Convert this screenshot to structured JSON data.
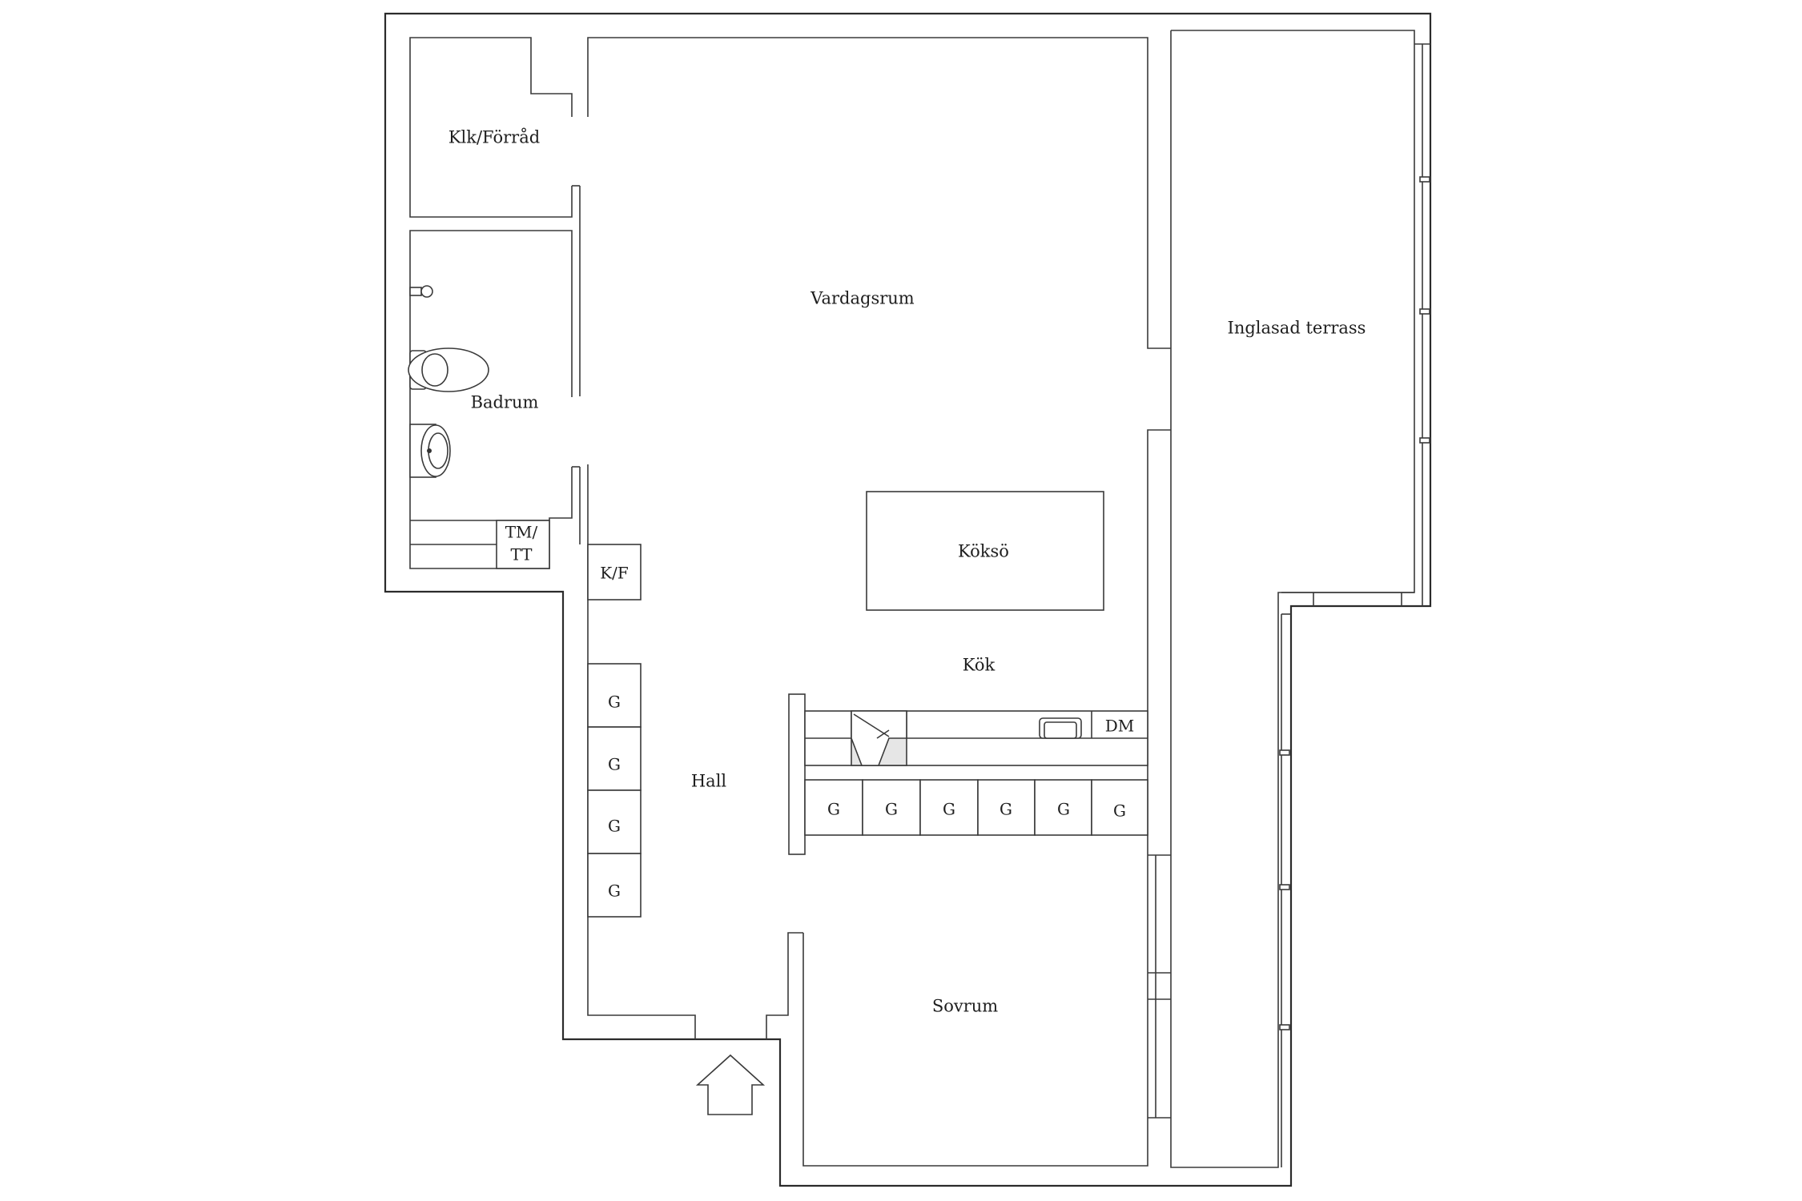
{
  "rooms": {
    "klk": "Klk/Förråd",
    "vardagsrum": "Vardagsrum",
    "terrass": "Inglasad terrass",
    "badrum": "Badrum",
    "koksoe": "Köksö",
    "kok": "Kök",
    "hall": "Hall",
    "sovrum": "Sovrum"
  },
  "labels": {
    "tm_line1": "TM/",
    "tm_line2": "TT",
    "kf": "K/F",
    "dm": "DM",
    "wardrobe": "G"
  },
  "icons": {
    "entrance": "entrance-arrow-icon"
  }
}
